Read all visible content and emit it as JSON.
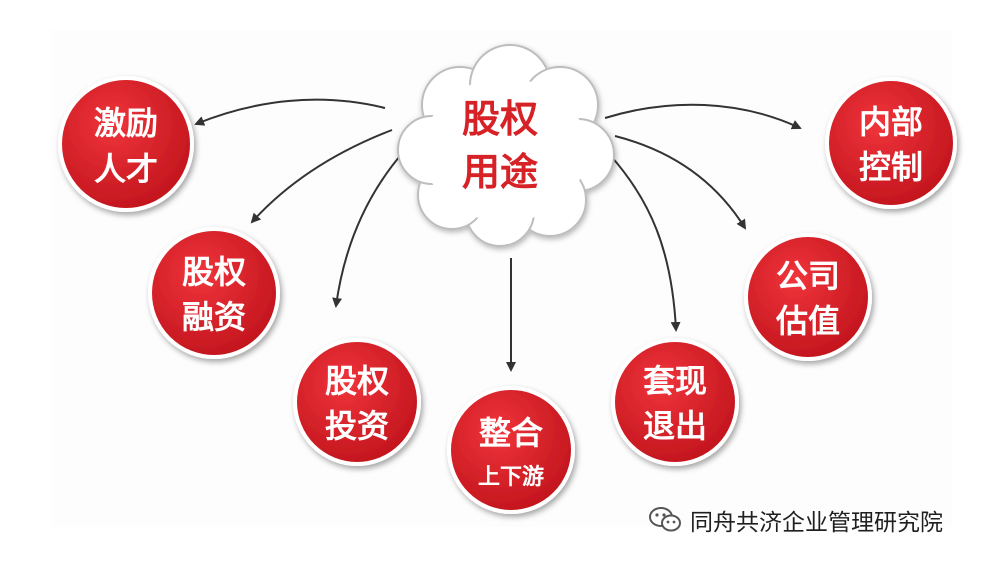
{
  "center": {
    "line1": "股权",
    "line2": "用途"
  },
  "nodes": [
    {
      "id": "incentive",
      "line1": "激励",
      "line2": "人才"
    },
    {
      "id": "financing",
      "line1": "股权",
      "line2": "融资"
    },
    {
      "id": "investment",
      "line1": "股权",
      "line2": "投资"
    },
    {
      "id": "integration",
      "line1": "整合",
      "line2": "上下游"
    },
    {
      "id": "exit",
      "line1": "套现",
      "line2": "退出"
    },
    {
      "id": "valuation",
      "line1": "公司",
      "line2": "估值"
    },
    {
      "id": "control",
      "line1": "内部",
      "line2": "控制"
    }
  ],
  "watermark": {
    "text": "同舟共济企业管理研究院",
    "icon": "wechat-icon"
  },
  "colors": {
    "node_fill": "#d42129",
    "node_stroke": "#ffffff",
    "center_text": "#d62028",
    "arrow": "#333333"
  }
}
